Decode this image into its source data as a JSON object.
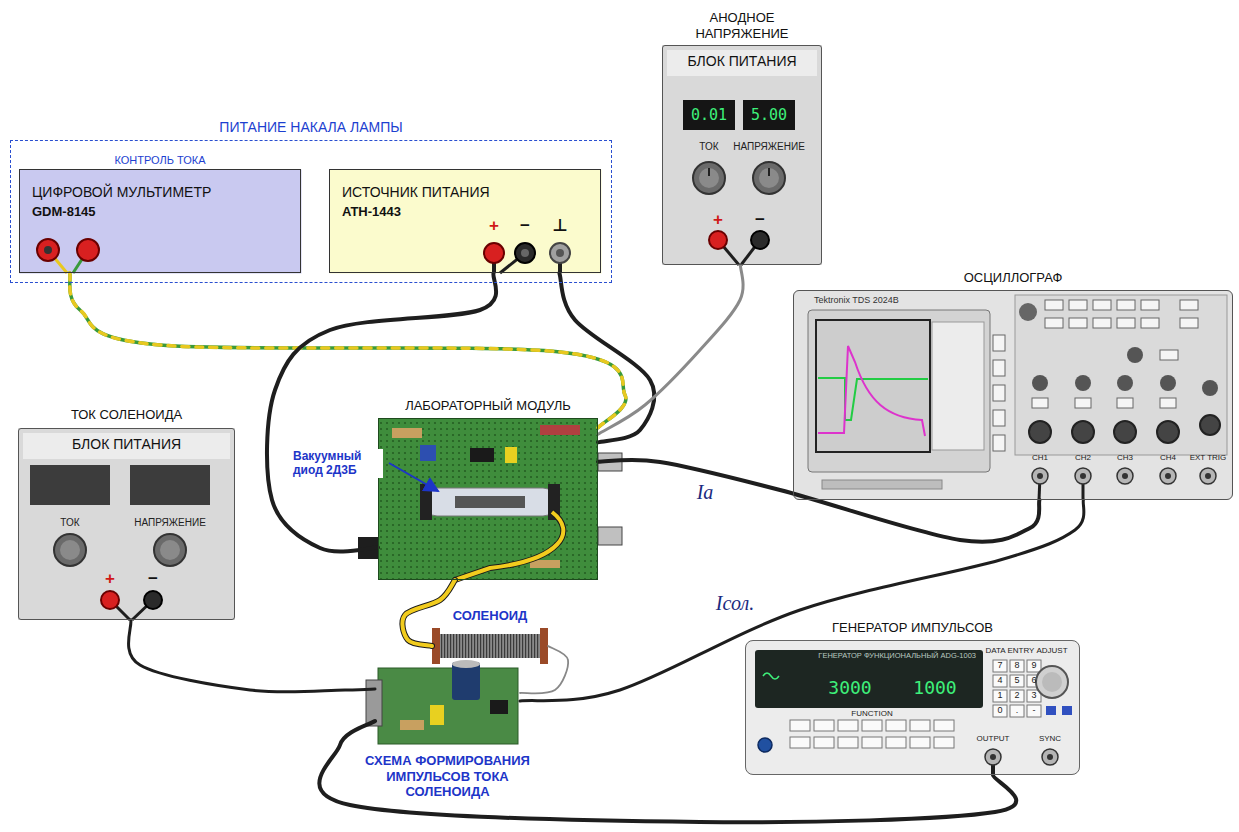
{
  "diagram": {
    "nodes": [
      {
        "text": [
          "ПИТАНИЕ НАКАЛА ЛАМПЫ"
        ]
      },
      {
        "text": [
          "КОНТРОЛЬ ТОКА",
          "ЦИФРОВОЙ МУЛЬТИМЕТР",
          "GDM-8145"
        ],
        "in": 0
      },
      {
        "text": [
          "ИСТОЧНИК ПИТАНИЯ",
          "ATH-1443"
        ],
        "in": 0
      },
      {
        "text": [
          "АНОДНОЕ НАПРЯЖЕНИЕ",
          "БЛОК ПИТАНИЯ"
        ]
      },
      {
        "text": [
          "ОСЦИЛЛОГРАФ",
          "Tektronix TDS 2024B"
        ]
      },
      {
        "text": [
          "ТОК СОЛЕНОИДА",
          "БЛОК ПИТАНИЯ"
        ]
      },
      {
        "text": [
          "ЛАБОРАТОРНЫЙ МОДУЛЬ",
          "Вакуумный диод 2Д3Б"
        ]
      },
      {
        "text": [
          "СОЛЕНОИД"
        ]
      },
      {
        "text": [
          "СХЕМА ФОРМИРОВАНИЯ ИМПУЛЬСОВ ТОКА СОЛЕНОИДА"
        ]
      },
      {
        "text": [
          "ГЕНЕРАТОР ИМПУЛЬСОВ",
          "ГЕНЕРАТОР ФУНКЦИОНАЛЬНЫЙ ADG-1003"
        ]
      }
    ],
    "edges": [
      {
        "from": 1,
        "to": 6,
        "arrow": "none"
      },
      {
        "from": 2,
        "to": 6,
        "arrow": "none"
      },
      {
        "from": 2,
        "to": 6,
        "arrow": "none"
      },
      {
        "from": 3,
        "to": 6,
        "arrow": "none"
      },
      {
        "from": 6,
        "to": 4,
        "label": "Ia",
        "arrow": "none"
      },
      {
        "from": 6,
        "to": 7,
        "arrow": "none"
      },
      {
        "from": 7,
        "to": 8,
        "arrow": "none"
      },
      {
        "from": 5,
        "to": 8,
        "arrow": "none"
      },
      {
        "from": 8,
        "to": 4,
        "label": "Iсол.",
        "arrow": "none"
      },
      {
        "from": 9,
        "to": 8,
        "arrow": "none"
      }
    ],
    "labels": [
      "+",
      "−",
      "⊥",
      "0.01",
      "5.00",
      "ТОК",
      "НАПРЯЖЕНИЕ",
      "+",
      "−",
      "ТОК",
      "НАПРЯЖЕНИЕ",
      "+",
      "−",
      "CH1",
      "CH2",
      "CH3",
      "CH4",
      "EXT TRIG",
      "3000",
      "1000",
      "DATA ENTRY",
      "7",
      "8",
      "9",
      "4",
      "5",
      "6",
      "1",
      "2",
      "3",
      "0",
      ".",
      "-",
      "ADJUST",
      "FUNCTION",
      "OUTPUT",
      "SYNC"
    ]
  }
}
